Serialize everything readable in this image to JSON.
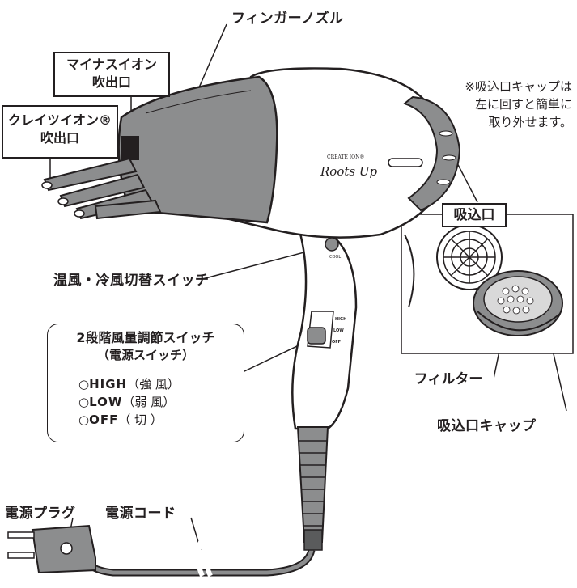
{
  "labels": {
    "finger_nozzle": "フィンガーノズル",
    "minus_ion_line1": "マイナスイオン",
    "minus_ion_line2": "吹出口",
    "clay_ion_line1": "クレイツイオン®",
    "clay_ion_line2": "吹出口",
    "note_line1": "※吸込口キャップは",
    "note_line2": "左に回すと簡単に",
    "note_line3": "取り外せます。",
    "intake": "吸込口",
    "warm_cool_switch": "温風・冷風切替スイッチ",
    "filter": "フィルター",
    "intake_cap": "吸込口キャップ",
    "power_plug": "電源プラグ",
    "power_cord": "電源コード"
  },
  "switch_box": {
    "title": "2段階風量調節スイッチ",
    "subtitle": "（電源スイッチ）",
    "options": [
      {
        "bullet": "○",
        "name": "HIGH",
        "desc": "（強 風）"
      },
      {
        "bullet": "○",
        "name": "LOW",
        "desc": "（弱 風）"
      },
      {
        "bullet": "○",
        "name": "OFF",
        "desc": "（ 切 ）"
      }
    ]
  },
  "product_marks": {
    "brand_small": "CREATE ION®",
    "brand_logo": "Roots Up",
    "cool_mark": "COOL",
    "switch_high": "HIGH",
    "switch_low": "LOW",
    "switch_off": "OFF"
  },
  "colors": {
    "ink": "#231f20",
    "body_gray": "#8c8d8e",
    "light_gray": "#d9d9d9",
    "white": "#ffffff"
  }
}
